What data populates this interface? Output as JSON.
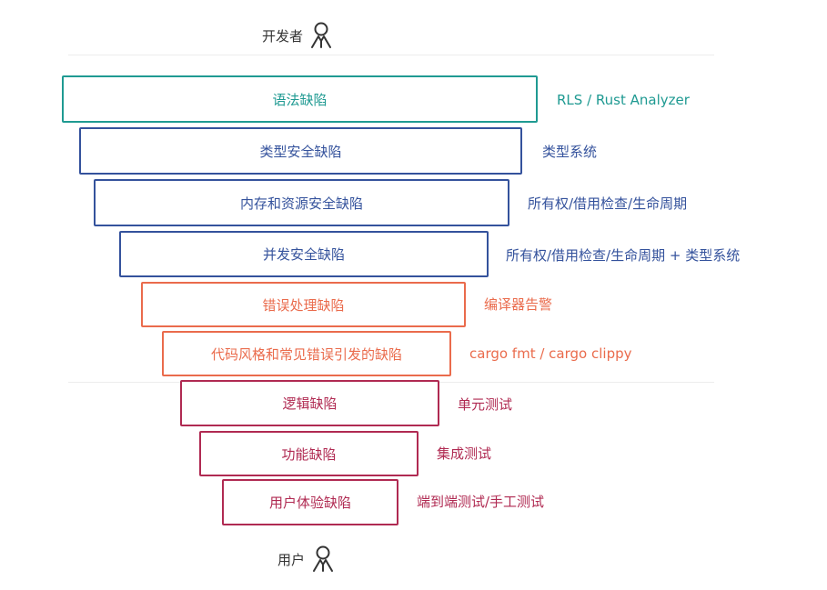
{
  "top_actor": {
    "label": "开发者",
    "icon": "person-icon"
  },
  "bottom_actor": {
    "label": "用户",
    "icon": "person-icon"
  },
  "colors": {
    "teal": "#1f9a92",
    "blue": "#34529c",
    "orange": "#ea6b4c",
    "crimson": "#b02a52",
    "text_dark": "#333333"
  },
  "layers": [
    {
      "label": "语法缺陷",
      "tool": "RLS / Rust Analyzer",
      "color": "#1f9a92"
    },
    {
      "label": "类型安全缺陷",
      "tool": "类型系统",
      "color": "#34529c"
    },
    {
      "label": "内存和资源安全缺陷",
      "tool": "所有权/借用检查/生命周期",
      "color": "#34529c"
    },
    {
      "label": "并发安全缺陷",
      "tool": "所有权/借用检查/生命周期 + 类型系统",
      "color": "#34529c"
    },
    {
      "label": "错误处理缺陷",
      "tool": "编译器告警",
      "color": "#ea6b4c"
    },
    {
      "label": "代码风格和常见错误引发的缺陷",
      "tool": "cargo fmt / cargo clippy",
      "color": "#ea6b4c"
    },
    {
      "label": "逻辑缺陷",
      "tool": "单元测试",
      "color": "#b02a52"
    },
    {
      "label": "功能缺陷",
      "tool": "集成测试",
      "color": "#b02a52"
    },
    {
      "label": "用户体验缺陷",
      "tool": "端到端测试/手工测试",
      "color": "#b02a52"
    }
  ]
}
